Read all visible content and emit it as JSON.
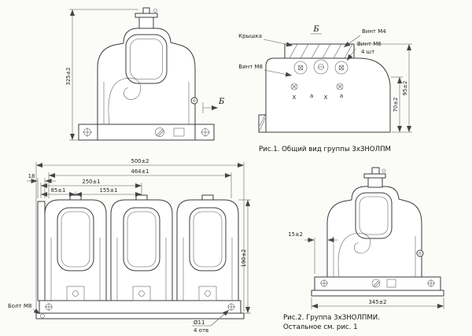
{
  "fig1": {
    "caption": "Рис.1. Общий вид группы 3хЗНОЛПМ",
    "height_dim": "325±2",
    "section_label": "Б",
    "detail": {
      "title": "Б",
      "label_cover": "Крышка",
      "label_screw_m4": "Винт М4",
      "label_screw_m6": "Винт М6",
      "label_screw_m6_qty": "4 шт",
      "label_screw_m8": "Винт М8",
      "dim_95": "95±2",
      "dim_70": "70±2",
      "terminals": [
        "Х",
        "а",
        "Х",
        "а"
      ]
    }
  },
  "fig2": {
    "caption_line1": "Рис.2. Группа 3хЗНОЛПМИ.",
    "caption_line2": "Остальное см. рис. 1",
    "front": {
      "dim_500": "500±2",
      "dim_464": "464±1",
      "dim_250": "250±1",
      "dim_85": "85±1",
      "dim_155": "155±1",
      "dim_18": "18",
      "dim_190": "190±2",
      "label_bolt": "Болт М8",
      "label_hole": "Ø11",
      "label_hole_qty": "4 отв"
    },
    "side": {
      "dim_15": "15±2",
      "dim_345": "345±2"
    }
  }
}
